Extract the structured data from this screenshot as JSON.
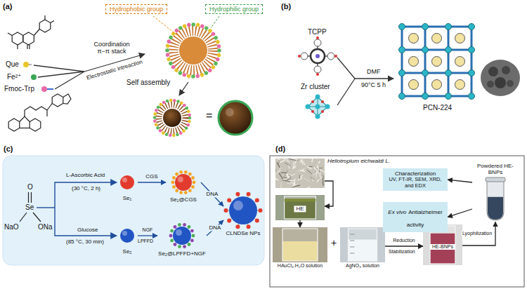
{
  "diagram": {
    "nodes": [
      {
        "text": [
          "Hydrophobic group"
        ]
      },
      {
        "text": [
          "Hydrophilic group"
        ]
      },
      {
        "text": [
          "Se₁"
        ]
      },
      {
        "text": [
          "Se₁@CGS"
        ]
      },
      {
        "text": [
          "CLNDSe NPs"
        ]
      },
      {
        "text": [
          "Se₂"
        ]
      },
      {
        "text": [
          "Se₂@LPFFD+NGF"
        ]
      },
      {
        "text": [
          "Heliotropium eichwaldi L."
        ]
      },
      {
        "text": [
          "HE"
        ]
      },
      {
        "text": [
          "HAuCl₄.H₂O solution"
        ]
      },
      {
        "text": [
          "AgNO₃ solution"
        ]
      },
      {
        "text": [
          "HE-BNPs"
        ]
      },
      {
        "text": [
          "Characterization",
          "UV, FT-IR, SEM, XRD, and EDX"
        ]
      },
      {
        "text": [
          "Ex vivo",
          "Antialzheimer activity"
        ]
      },
      {
        "text": [
          "Powdered HE-BNPs"
        ]
      }
    ],
    "edges": [
      {
        "from": 2,
        "to": 3,
        "arrow": "to",
        "label": "CGS"
      },
      {
        "from": 5,
        "to": 6,
        "arrow": "to",
        "label": "NGF"
      },
      {
        "from": 3,
        "to": 4,
        "arrow": "to",
        "label": "DNA"
      },
      {
        "from": 6,
        "to": 4,
        "arrow": "to",
        "label": "DNA"
      },
      {
        "from": 7,
        "to": 8,
        "arrow": "to"
      },
      {
        "from": 8,
        "to": 9,
        "arrow": "to"
      },
      {
        "from": 10,
        "to": 11,
        "arrow": "to",
        "label": "Reduction"
      },
      {
        "from": 11,
        "to": 14,
        "arrow": "to",
        "label": "Lyophilization"
      },
      {
        "from": 14,
        "to": 12,
        "arrow": "to"
      },
      {
        "from": 14,
        "to": 13,
        "arrow": "to"
      }
    ],
    "labels": [
      "(a)",
      "Que",
      "Fe²⁺",
      "Fmoc-Trp",
      "Coordination π−π stack",
      "Electrostatic intreaction",
      "Self assembly",
      "=",
      "(b)",
      "TCPP",
      "Zr cluster",
      "DMF",
      "90°C 5 h",
      "PCN-224",
      "(c)",
      "O",
      "Se",
      "NaO",
      "ONa",
      "L-Ascorbic Acid",
      "(30 °C, 2 h)",
      "Glucose",
      "(85 °C, 30 min)",
      "LPFFD",
      "(d)",
      "+",
      "Stabilization"
    ]
  }
}
